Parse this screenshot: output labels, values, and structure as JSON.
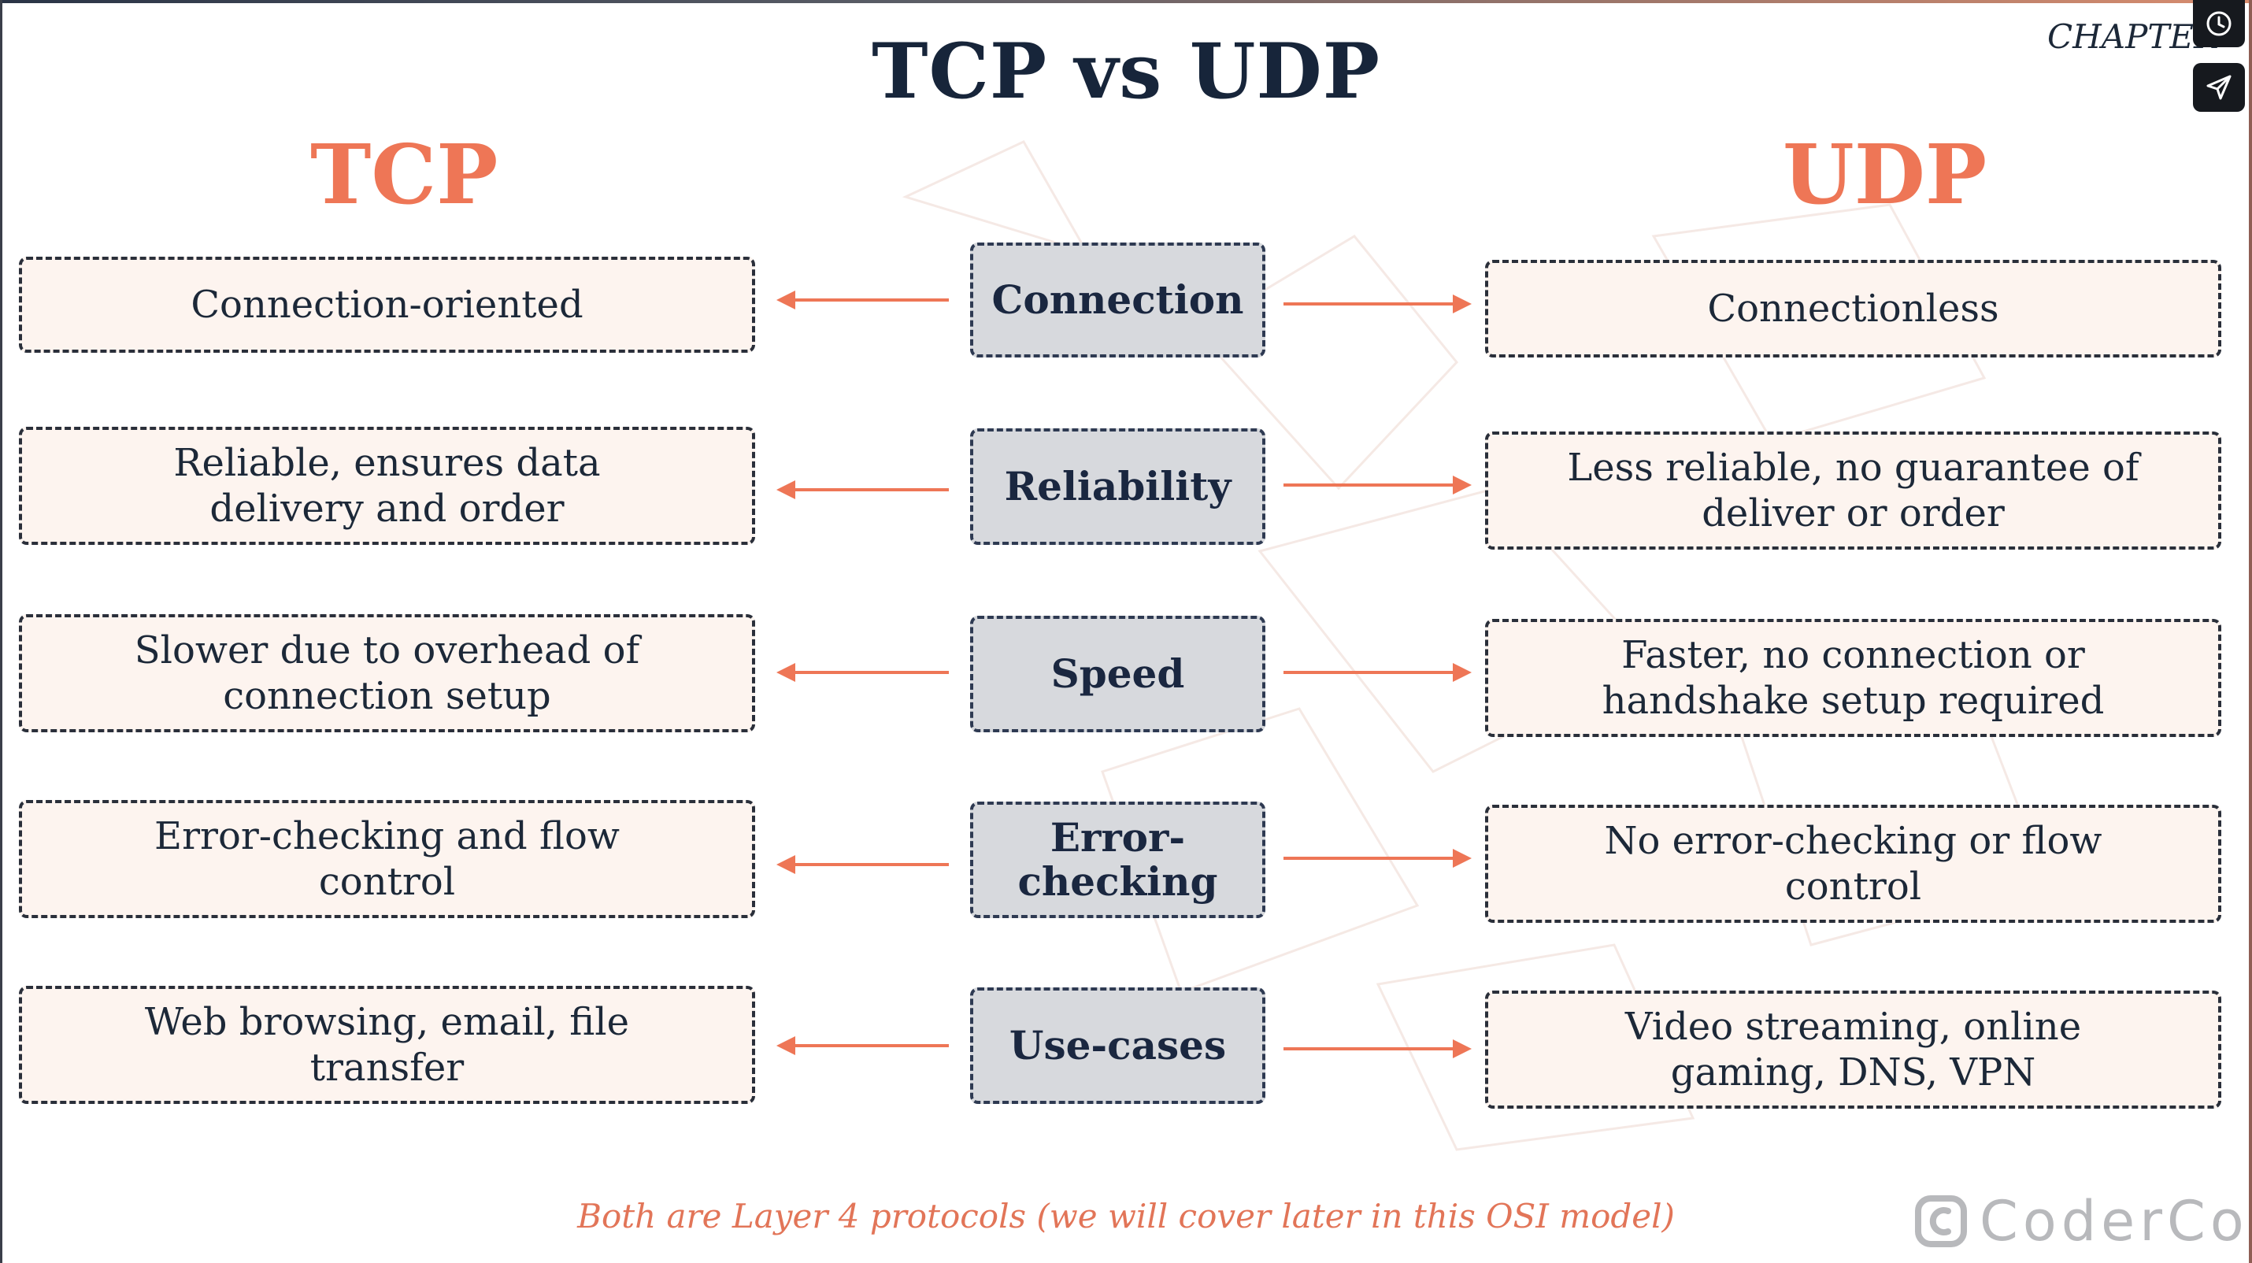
{
  "slide": {
    "title": "TCP vs UDP",
    "chapter_label": "CHAPTER",
    "footer_note": "Both are Layer 4 protocols (we will cover later in this OSI model)",
    "logo_text": "CoderCo."
  },
  "columns": {
    "left_heading": "TCP",
    "right_heading": "UDP"
  },
  "rows": [
    {
      "category": "Connection",
      "tcp": "Connection-oriented",
      "udp": "Connectionless"
    },
    {
      "category": "Reliability",
      "tcp_lines": [
        "Reliable, ensures data",
        "delivery and order"
      ],
      "udp_lines": [
        "Less reliable, no guarantee of",
        "deliver or order"
      ]
    },
    {
      "category": "Speed",
      "tcp_lines": [
        "Slower due to overhead of",
        "connection setup"
      ],
      "udp_lines": [
        "Faster, no connection or",
        "handshake setup required"
      ]
    },
    {
      "category_lines": [
        "Error-",
        "checking"
      ],
      "tcp_lines": [
        "Error-checking and flow",
        "control"
      ],
      "udp_lines": [
        "No error-checking or flow",
        "control"
      ]
    },
    {
      "category": "Use-cases",
      "tcp_lines": [
        "Web browsing, email, file",
        "transfer"
      ],
      "udp_lines": [
        "Video streaming, online",
        "gaming, DNS, VPN"
      ]
    }
  ],
  "colors": {
    "accent": "#ee7656",
    "title": "#17253a",
    "box_fill": "#fdf4ef",
    "category_fill": "#d7d9dd"
  },
  "icons": {
    "clock_button": "clock-icon",
    "send_button": "send-icon",
    "logo": "coderco-logo-icon"
  }
}
